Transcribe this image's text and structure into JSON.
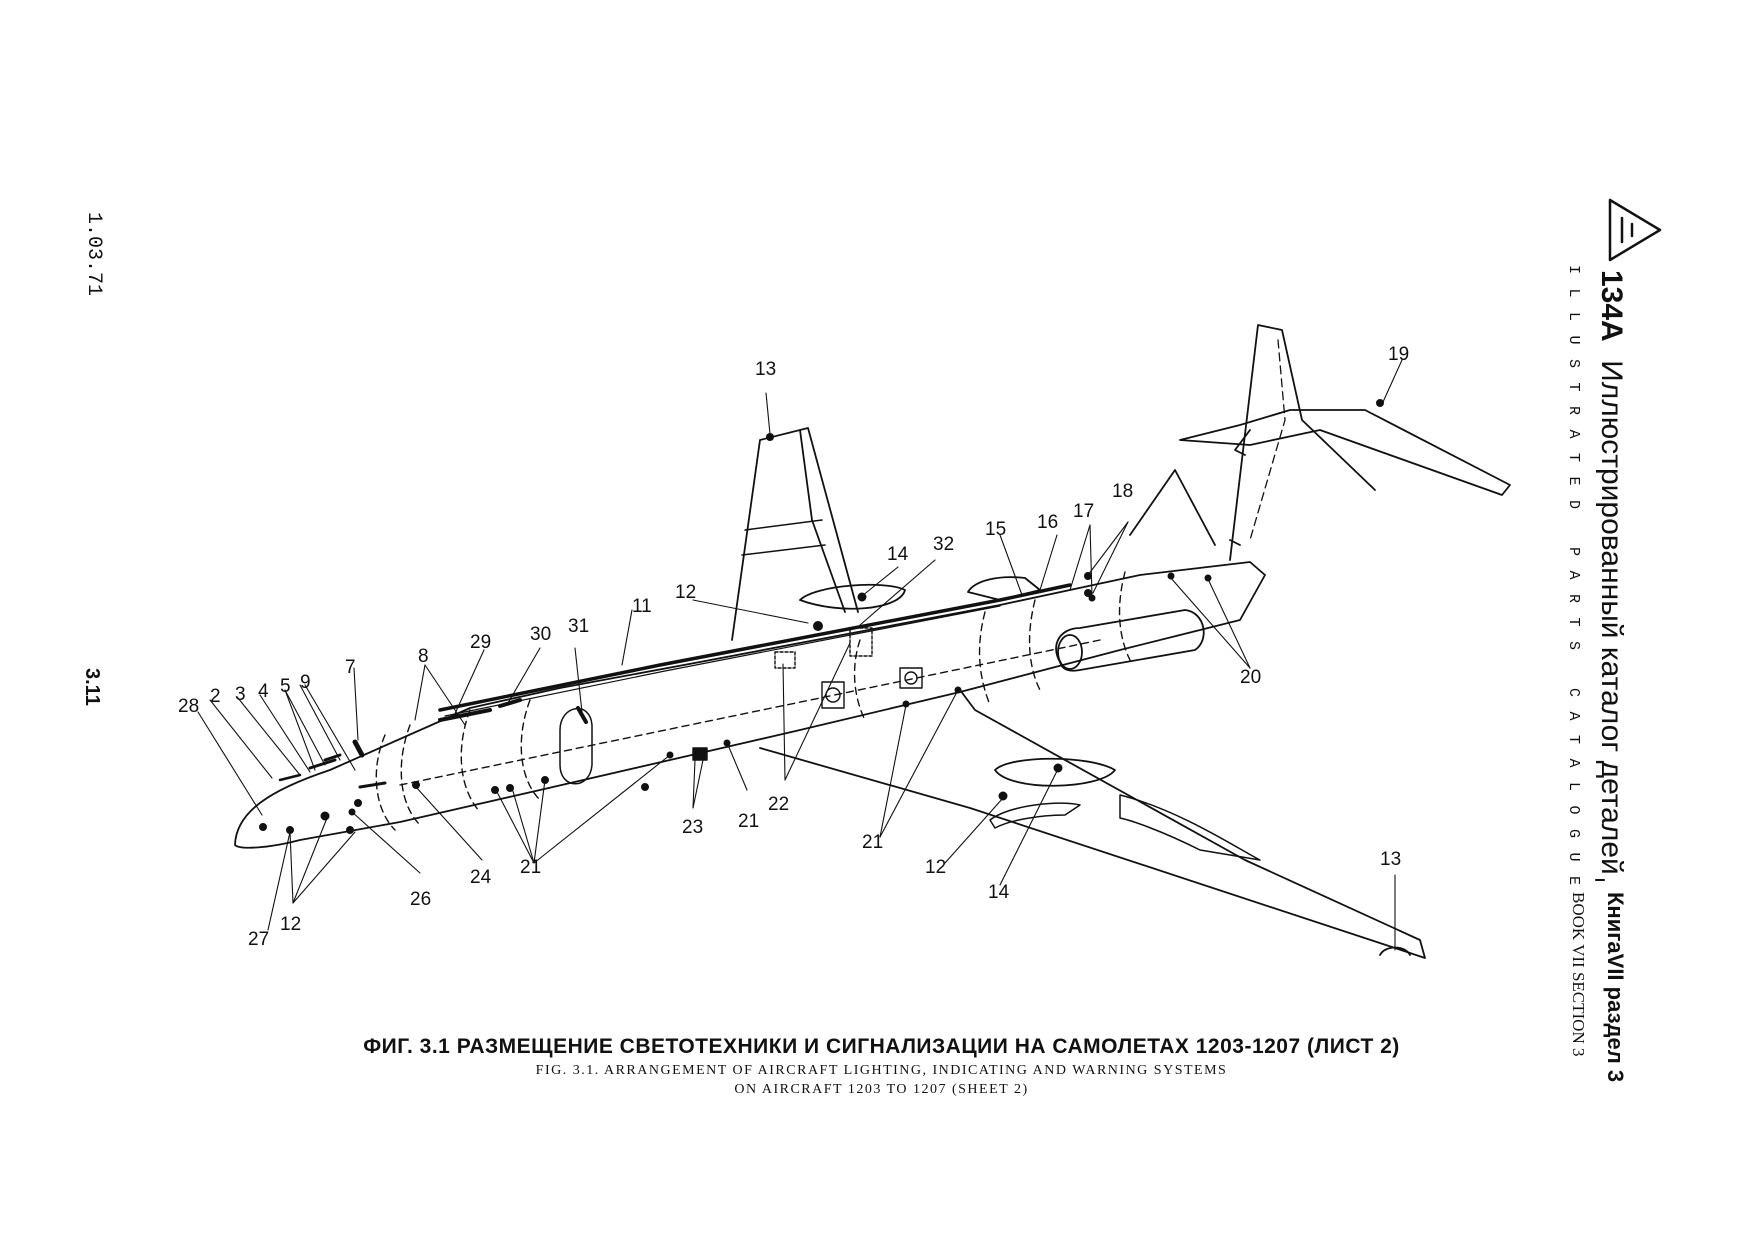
{
  "header": {
    "title_ru_model": "134А",
    "title_ru_text": "Иллюстрированный каталог деталей",
    "title_en": "ILLUSTRATED PARTS CATALOGUE",
    "book_ru": "КнигаVII раздел 3",
    "book_en": "BOOK VII SECTION 3"
  },
  "margin": {
    "page_number": "3.11",
    "date": "1.03.71"
  },
  "caption": {
    "ru": "ФИГ. 3.1 РАЗМЕЩЕНИЕ СВЕТОТЕХНИКИ И СИГНАЛИЗАЦИИ НА САМОЛЕТАХ 1203-1207 (ЛИСТ 2)",
    "en_line1": "FIG. 3.1. ARRANGEMENT OF AIRCRAFT LIGHTING, INDICATING AND WARNING SYSTEMS",
    "en_line2": "ON AIRCRAFT 1203 TO 1207 (SHEET 2)"
  },
  "callouts": [
    "28",
    "2",
    "3",
    "4",
    "5",
    "9",
    "7",
    "8",
    "29",
    "30",
    "31",
    "11",
    "12",
    "13",
    "14",
    "32",
    "15",
    "16",
    "17",
    "18",
    "19",
    "20",
    "21",
    "22",
    "23",
    "24",
    "26",
    "27",
    "12",
    "21",
    "21",
    "14",
    "12",
    "13"
  ]
}
